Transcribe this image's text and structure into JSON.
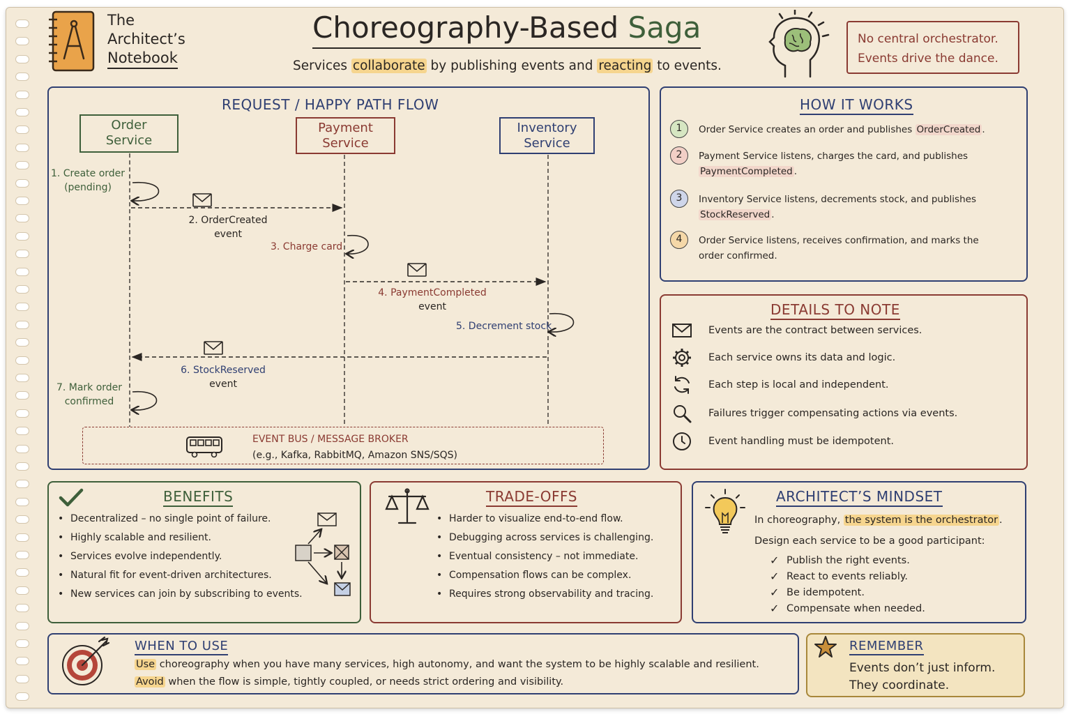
{
  "brand": {
    "line1": "The",
    "line2": "Architect’s",
    "line3": "Notebook"
  },
  "title": {
    "main": "Choreography-Based ",
    "accent": "Saga"
  },
  "subtitle": {
    "p1": "Services ",
    "h1": "collaborate",
    "p2": " by publishing events and ",
    "h2": "reacting",
    "p3": " to events."
  },
  "callout": {
    "line1": "No central orchestrator.",
    "line2": "Events drive the dance."
  },
  "flow": {
    "title": "REQUEST / HAPPY PATH FLOW",
    "services": {
      "order": {
        "line1": "Order",
        "line2": "Service"
      },
      "payment": {
        "line1": "Payment",
        "line2": "Service"
      },
      "inventory": {
        "line1": "Inventory",
        "line2": "Service"
      }
    },
    "steps": {
      "s1a": "1. Create order",
      "s1b": "(pending)",
      "s2a": "2. OrderCreated",
      "s2b": "event",
      "s3": "3. Charge card",
      "s4a": "4. PaymentCompleted",
      "s4b": "event",
      "s5": "5. Decrement stock",
      "s6a": "6. StockReserved",
      "s6b": "event",
      "s7a": "7. Mark order",
      "s7b": "confirmed"
    },
    "bus": {
      "title": "EVENT BUS / MESSAGE BROKER",
      "examples": "(e.g., Kafka, RabbitMQ, Amazon SNS/SQS)"
    }
  },
  "how": {
    "title": "HOW IT WORKS",
    "steps": [
      {
        "n": "1",
        "color": "#d6e6c2",
        "a": "Order Service creates an order and publishes ",
        "tag": "OrderCreated",
        "b": "."
      },
      {
        "n": "2",
        "color": "#f2cfc6",
        "a": "Payment Service listens, charges the card, and publishes",
        "tag": "PaymentCompleted",
        "b": "."
      },
      {
        "n": "3",
        "color": "#cfd6ea",
        "a": "Inventory Service listens, decrements stock, and publishes",
        "tag": "StockReserved",
        "b": "."
      },
      {
        "n": "4",
        "color": "#f5d8a8",
        "a": "Order Service listens, receives confirmation, and marks the",
        "tag": "",
        "b": "order confirmed."
      }
    ]
  },
  "details": {
    "title": "DETAILS TO NOTE",
    "items": [
      {
        "icon": "envelope-icon",
        "text": "Events are the contract between services."
      },
      {
        "icon": "gear-icon",
        "text": "Each service owns its data and logic."
      },
      {
        "icon": "refresh-icon",
        "text": "Each step is local and independent."
      },
      {
        "icon": "magnifier-icon",
        "text": "Failures trigger compensating actions via events."
      },
      {
        "icon": "clock-icon",
        "text": "Event handling must be idempotent."
      }
    ]
  },
  "benefits": {
    "title": "BENEFITS",
    "items": [
      "Decentralized – no single point of failure.",
      "Highly scalable and resilient.",
      "Services evolve independently.",
      "Natural fit for event-driven architectures.",
      "New services can join by subscribing to events."
    ]
  },
  "tradeoffs": {
    "title": "TRADE-OFFS",
    "items": [
      "Harder to visualize end-to-end flow.",
      "Debugging across services is challenging.",
      "Eventual consistency – not immediate.",
      "Compensation flows can be complex.",
      "Requires strong observability and tracing."
    ]
  },
  "mindset": {
    "title": "ARCHITECT’S MINDSET",
    "line1a": "In choreography, ",
    "line1h": "the system is the orchestrator",
    "line1b": ".",
    "line2": "Design each service to be a good participant:",
    "checks": [
      "Publish the right events.",
      "React to events reliably.",
      "Be idempotent.",
      "Compensate when needed."
    ]
  },
  "when": {
    "title": "WHEN TO USE",
    "use_word": "Use",
    "use_text": " choreography when you have many services, high autonomy, and want the system to be highly scalable and resilient.",
    "avoid_word": "Avoid",
    "avoid_text": " when the flow is simple, tightly coupled, or needs strict ordering and visibility."
  },
  "remember": {
    "title": "REMEMBER",
    "line1": "Events don’t just inform.",
    "line2": "They coordinate."
  }
}
